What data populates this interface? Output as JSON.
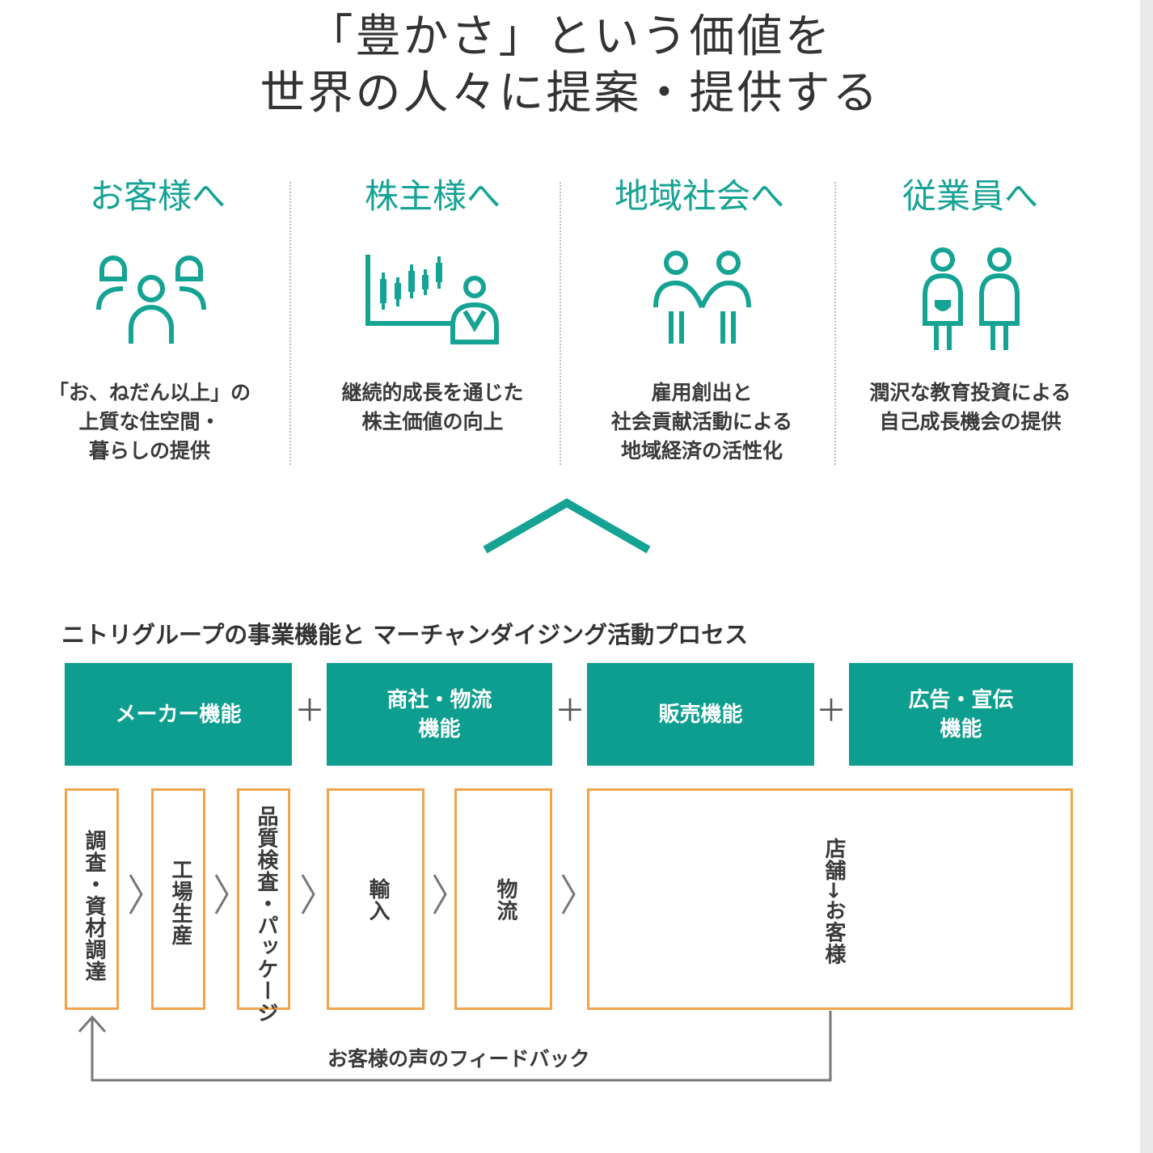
{
  "headline": {
    "line1": "「豊かさ」という価値を",
    "line2": "世界の人々に提案・提供する"
  },
  "stakeholders": [
    {
      "title": "お客様へ",
      "icon": "customers-family-icon",
      "desc": [
        "「お、ねだん以上」の",
        "上質な住空間・",
        "暮らしの提供"
      ]
    },
    {
      "title": "株主様へ",
      "icon": "shareholder-chart-icon",
      "desc": [
        "継続的成長を通じた",
        "株主価値の向上"
      ]
    },
    {
      "title": "地域社会へ",
      "icon": "community-people-icon",
      "desc": [
        "雇用創出と",
        "社会貢献活動による",
        "地域経済の活性化"
      ]
    },
    {
      "title": "従業員へ",
      "icon": "employees-icon",
      "desc": [
        "潤沢な教育投資による",
        "自己成長機会の提供"
      ]
    }
  ],
  "section_title": "ニトリグループの事業機能と マーチャンダイジング活動プロセス",
  "functions": [
    {
      "label": [
        "メーカー機能"
      ]
    },
    {
      "label": [
        "商社・物流",
        "機能"
      ]
    },
    {
      "label": [
        "販売機能"
      ]
    },
    {
      "label": [
        "広告・宣伝",
        "機能"
      ]
    }
  ],
  "plus_sign": "＋",
  "processes": [
    {
      "label": "調査・資材調達"
    },
    {
      "label": "工場生産"
    },
    {
      "label": "品質検査・パッケージ"
    },
    {
      "label": "輸入"
    },
    {
      "label": "物流"
    },
    {
      "label": "店舗→お客様"
    }
  ],
  "feedback": "お客様の声のフィードバック",
  "colors": {
    "teal": "#0e9e8f",
    "orange": "#f0a44c",
    "gray": "#777777"
  }
}
